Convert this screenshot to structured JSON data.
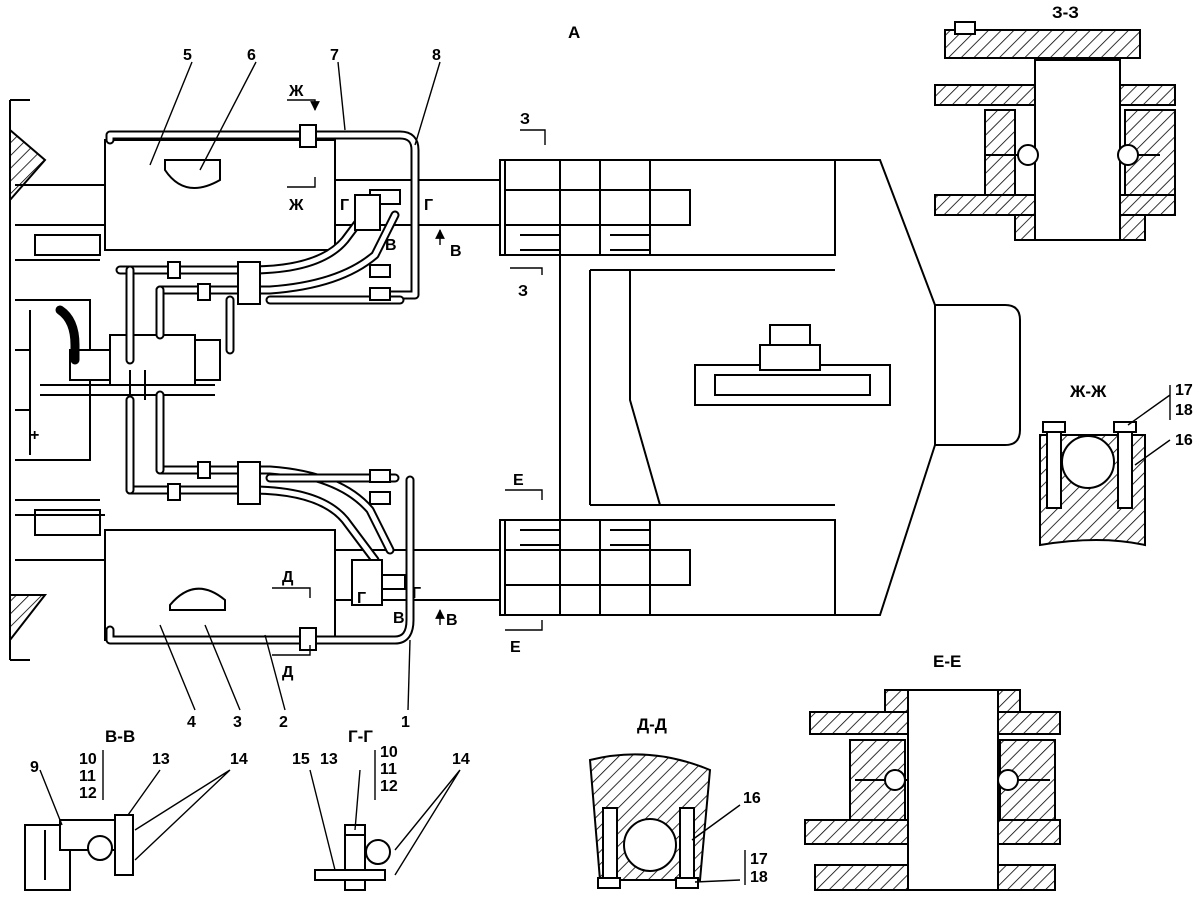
{
  "view_label": "А",
  "callouts": {
    "c1": "1",
    "c2": "2",
    "c3": "3",
    "c4": "4",
    "c5": "5",
    "c6": "6",
    "c7": "7",
    "c8": "8",
    "c9": "9",
    "c10": "10",
    "c11": "11",
    "c12": "12",
    "c13": "13",
    "c14": "14",
    "c15": "15",
    "c16": "16",
    "c17": "17",
    "c18": "18"
  },
  "cut_marks": {
    "zh": "Ж",
    "g": "Г",
    "v": "В",
    "z": "З",
    "e": "Е",
    "d": "Д"
  },
  "sections": {
    "zz": "З-З",
    "zhzh": "Ж-Ж",
    "ee": "Е-Е",
    "vv": "В-В",
    "gg": "Г-Г",
    "dd": "Д-Д"
  }
}
